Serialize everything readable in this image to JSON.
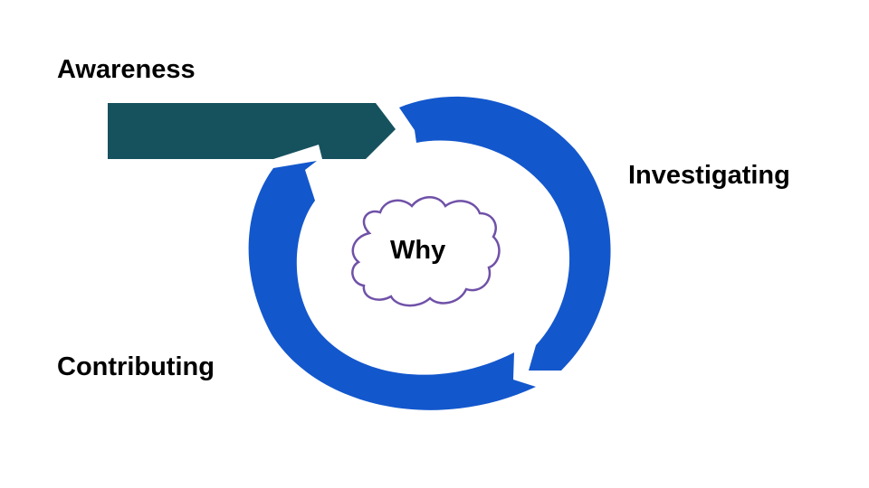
{
  "stages": {
    "awareness": "Awareness",
    "investigating": "Investigating",
    "contributing": "Contributing"
  },
  "center": {
    "label": "Why"
  },
  "colors": {
    "awareness_arrow": "#16525E",
    "cycle_arrows": "#1357CC",
    "cloud_stroke": "#7051A8",
    "text": "#000000",
    "background": "#FFFFFF"
  },
  "icons": {
    "center_shape": "cloud-icon"
  }
}
